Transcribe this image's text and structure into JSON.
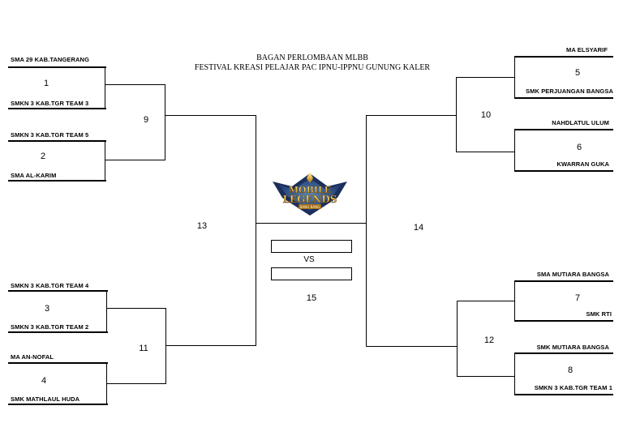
{
  "title": {
    "line1": "BAGAN PERLOMBAAN MLBB",
    "line2": "FESTIVAL KREASI PELAJAR PAC IPNU-IPPNU GUNUNG KALER"
  },
  "logo": {
    "name": "mobile-legends-logo",
    "line1": "MOBILE",
    "line2": "LEGENDS",
    "line3": "BANG BANG",
    "colors": {
      "gold": "#e8b84a",
      "blue": "#2a4c8c",
      "light": "#8fd4ff"
    }
  },
  "matches": {
    "m1": {
      "number": "1",
      "team_a": "SMA 29 KAB.TANGERANG",
      "team_b": "SMKN 3 KAB.TGR TEAM 3"
    },
    "m2": {
      "number": "2",
      "team_a": "SMKN 3 KAB.TGR TEAM 5",
      "team_b": "SMA AL-KARIM"
    },
    "m3": {
      "number": "3",
      "team_a": "SMKN 3 KAB.TGR TEAM 4",
      "team_b": "SMKN 3 KAB.TGR TEAM 2"
    },
    "m4": {
      "number": "4",
      "team_a": "MA AN-NOFAL",
      "team_b": "SMK MATHLAUL HUDA"
    },
    "m5": {
      "number": "5",
      "team_a": "MA ELSYARIF",
      "team_b": "SMK PERJUANGAN BANGSA"
    },
    "m6": {
      "number": "6",
      "team_a": "NAHDLATUL ULUM",
      "team_b": "KWARRAN GUKA"
    },
    "m7": {
      "number": "7",
      "team_a": "SMA MUTIARA BANGSA",
      "team_b": "SMK RTI"
    },
    "m8": {
      "number": "8",
      "team_a": "SMK MUTIARA BANGSA",
      "team_b": "SMKN 3 KAB.TGR TEAM 1"
    },
    "m9": {
      "number": "9"
    },
    "m10": {
      "number": "10"
    },
    "m11": {
      "number": "11"
    },
    "m12": {
      "number": "12"
    },
    "m13": {
      "number": "13"
    },
    "m14": {
      "number": "14"
    },
    "m15": {
      "number": "15"
    }
  },
  "final": {
    "vs_label": "VS",
    "slot_top": "",
    "slot_bottom": ""
  }
}
